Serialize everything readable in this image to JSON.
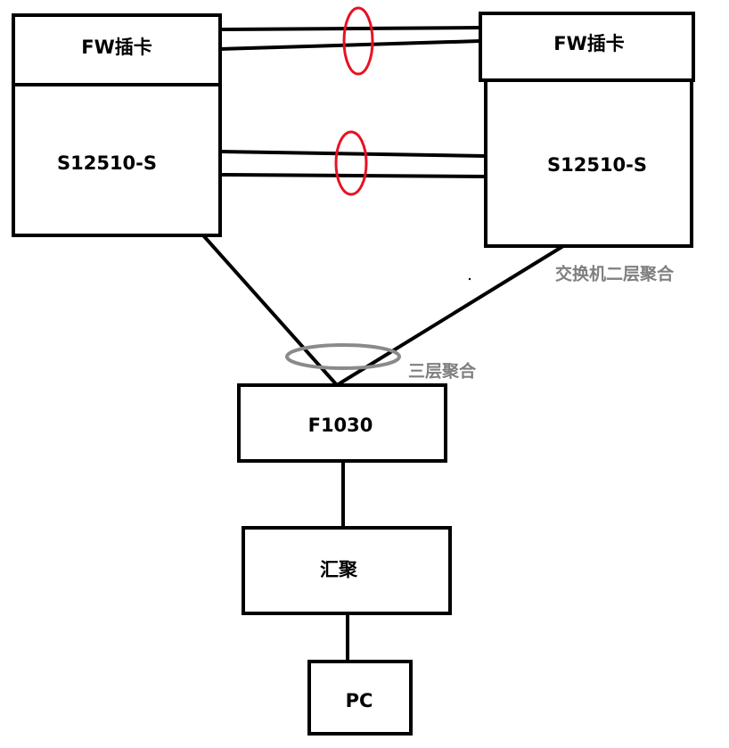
{
  "nodes": {
    "fw_left": "FW插卡",
    "fw_right": "FW插卡",
    "switch_left": "S12510-S",
    "switch_right": "S12510-S",
    "firewall": "F1030",
    "aggregation": "汇聚",
    "pc": "PC"
  },
  "annotations": {
    "l2_aggregation": "交换机二层聚合",
    "l3_aggregation": "三层聚合"
  },
  "colors": {
    "link_bundle_marker": "#e81123",
    "l3_bundle_marker": "#7f7f7f"
  }
}
